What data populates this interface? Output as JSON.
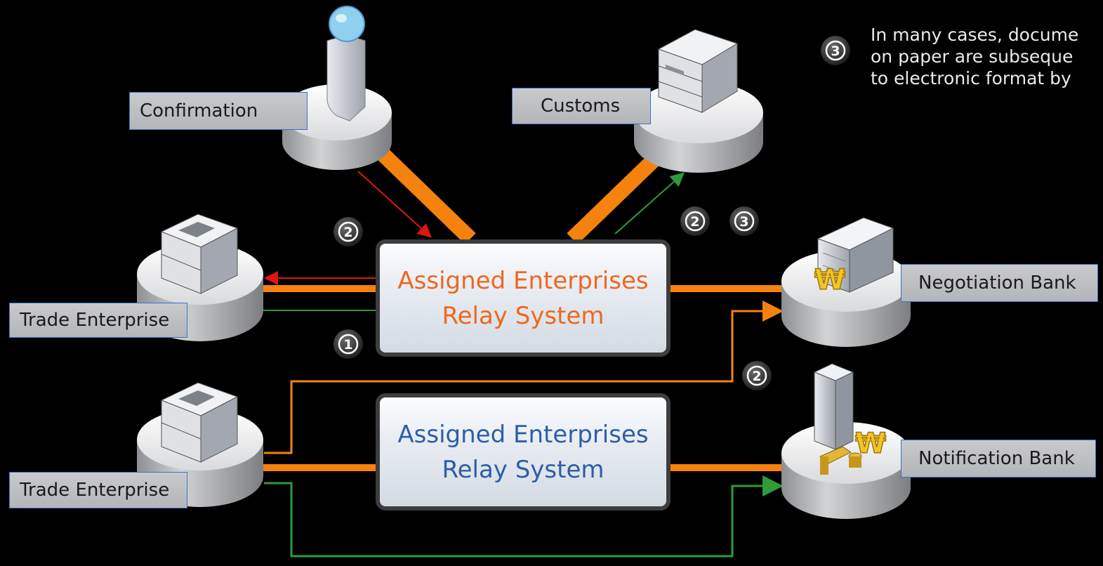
{
  "nodes": {
    "confirmation": {
      "label": "Confirmation"
    },
    "customs": {
      "label": "Customs"
    },
    "trade_top": {
      "label": "Trade Enterprise"
    },
    "trade_bottom": {
      "label": "Trade Enterprise"
    },
    "negotiation_bank": {
      "label": "Negotiation Bank"
    },
    "notification_bank": {
      "label": "Notification Bank"
    }
  },
  "relay_top": {
    "line1": "Assigned Enterprises",
    "line2": "Relay System"
  },
  "relay_bottom": {
    "line1": "Assigned Enterprises",
    "line2": "Relay System"
  },
  "badges": {
    "one": "1",
    "two": "2",
    "three": "3"
  },
  "note": {
    "badge": "3",
    "line1": "In many cases, docume",
    "line2": "on paper are subseque",
    "line3": "to electronic format by"
  },
  "icons": {
    "person": "person-icon",
    "server": "server-icon",
    "bank": "bank-building-icon",
    "currency": "won-sign-icon"
  },
  "colors": {
    "background": "#000000",
    "thick_connector": "#f5820f",
    "red_flow": "#e11414",
    "green_flow": "#2e9a3a",
    "orange_text": "#f0671f",
    "blue_text": "#2e5ea8",
    "label_border": "#3b72c6"
  }
}
